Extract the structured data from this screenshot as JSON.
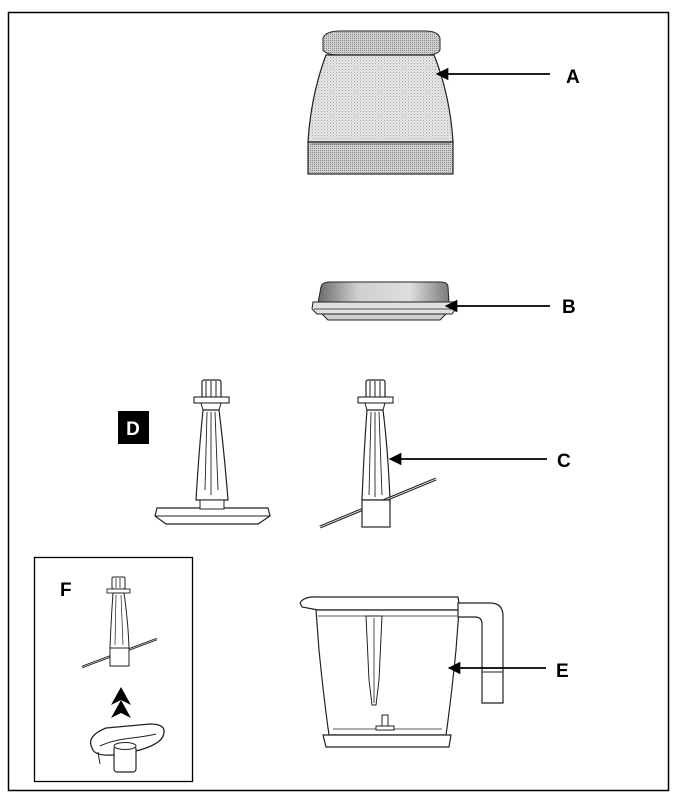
{
  "diagram": {
    "parts": [
      {
        "id": "A",
        "label": "A"
      },
      {
        "id": "B",
        "label": "B"
      },
      {
        "id": "C",
        "label": "C"
      },
      {
        "id": "D",
        "label": "D"
      },
      {
        "id": "E",
        "label": "E"
      }
    ],
    "inset": {
      "label": "F"
    }
  }
}
